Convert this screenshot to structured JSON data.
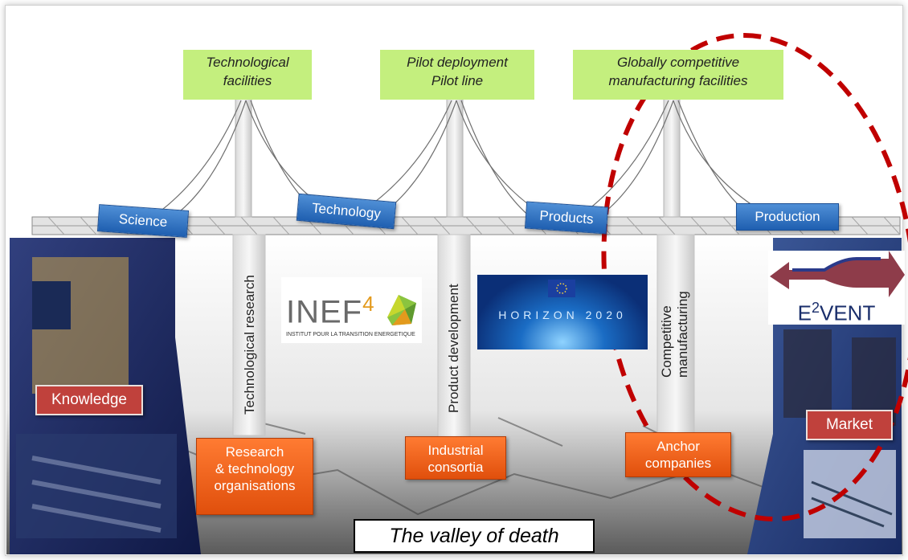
{
  "facilities": [
    {
      "line1": "Technological",
      "line2": "facilities"
    },
    {
      "line1": "Pilot deployment",
      "line2": "Pilot line"
    },
    {
      "line1": "Globally competitive",
      "line2": "manufacturing facilities"
    }
  ],
  "stages": [
    "Science",
    "Technology",
    "Products",
    "Production"
  ],
  "pillars": {
    "technological_research": "Technological research",
    "product_development": "Product development",
    "competitive": "Competitive",
    "manufacturing": "manufacturing"
  },
  "side_labels": {
    "left": "Knowledge",
    "right": "Market"
  },
  "bottom_boxes": [
    {
      "lines": [
        "Research",
        "& technology",
        "organisations"
      ]
    },
    {
      "lines": [
        "Industrial",
        "consortia"
      ]
    },
    {
      "lines": [
        "Anchor",
        "companies"
      ]
    }
  ],
  "logos": {
    "inef": {
      "word": "INEF",
      "sup": "4",
      "subtitle": "INSTITUT POUR LA TRANSITION ENERGETIQUE"
    },
    "horizon": {
      "text": "HORIZON 2020"
    },
    "e2vent": {
      "e": "E",
      "sup": "2",
      "rest": "VENT"
    }
  },
  "caption": "The valley of death",
  "colors": {
    "facility_green": "#c4ef7e",
    "stage_blue": "#2d6fc0",
    "label_red": "#c0413c",
    "box_orange": "#f26522",
    "dashed_circle": "#c00000"
  }
}
